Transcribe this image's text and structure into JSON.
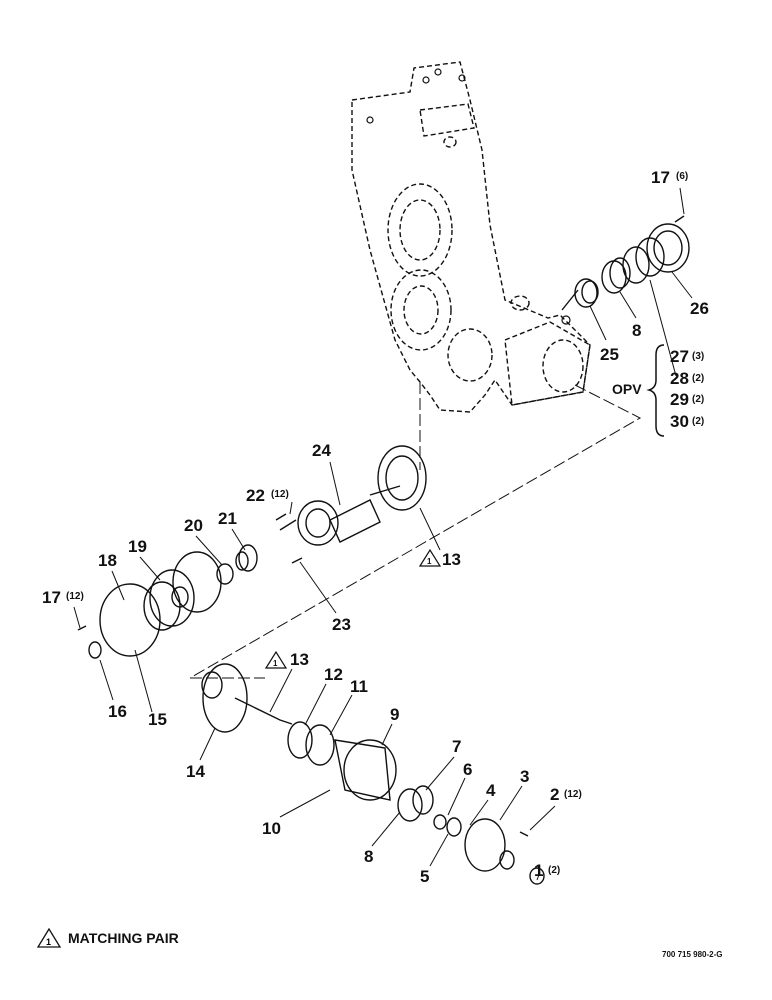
{
  "callouts": {
    "c1": "1",
    "c1q": "(2)",
    "c2": "2",
    "c2q": "(12)",
    "c3": "3",
    "c4": "4",
    "c5": "5",
    "c6": "6",
    "c7": "7",
    "c8a": "8",
    "c8b": "8",
    "c9": "9",
    "c10": "10",
    "c11": "11",
    "c12": "12",
    "c13a": "13",
    "c13b": "13",
    "c14": "14",
    "c15": "15",
    "c16": "16",
    "c17a": "17",
    "c17aq": "(12)",
    "c17b": "17",
    "c17bq": "(6)",
    "c18": "18",
    "c19": "19",
    "c20": "20",
    "c21": "21",
    "c22": "22",
    "c22q": "(12)",
    "c23": "23",
    "c24": "24",
    "c25": "25",
    "c26": "26",
    "c27": "27",
    "c27q": "(3)",
    "c28": "28",
    "c28q": "(2)",
    "c29": "29",
    "c29q": "(2)",
    "c30": "30",
    "c30q": "(2)",
    "opv": "OPV",
    "tri": "1"
  },
  "legend": {
    "symbol": "1",
    "text": "MATCHING PAIR"
  },
  "drawing_number": "700 715 980-2-G"
}
